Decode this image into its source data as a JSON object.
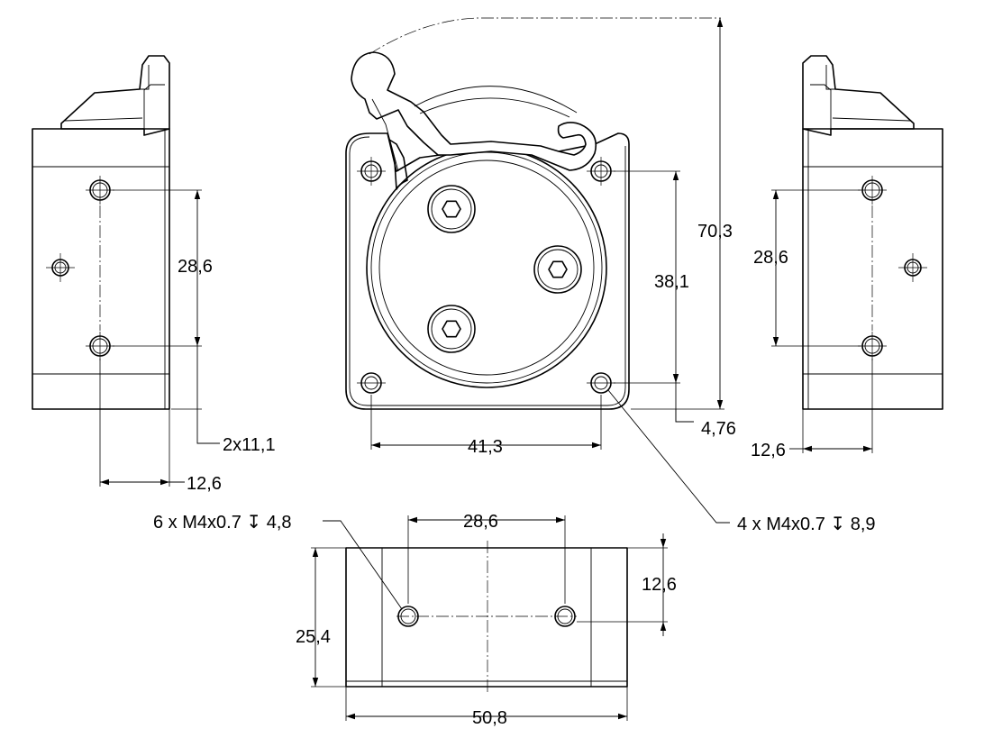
{
  "dimensions": {
    "left_view": {
      "hole_spacing": "28,6",
      "bore_note": "2x11,1",
      "depth": "12,6"
    },
    "front_view": {
      "overall_height": "70,3",
      "vertical_hole_spacing": "38,1",
      "horizontal_hole_spacing": "41,3",
      "bottom_offset": "4,76",
      "mount_thread_note": "4 x M4x0.7 ↧ 8,9"
    },
    "right_view": {
      "hole_spacing": "28,6",
      "depth": "12,6"
    },
    "bottom_view": {
      "thread_note": "6 x M4x0.7 ↧ 4,8",
      "hole_spacing": "28,6",
      "hole_height": "12,6",
      "overall_height": "25,4",
      "overall_width": "50,8"
    }
  }
}
